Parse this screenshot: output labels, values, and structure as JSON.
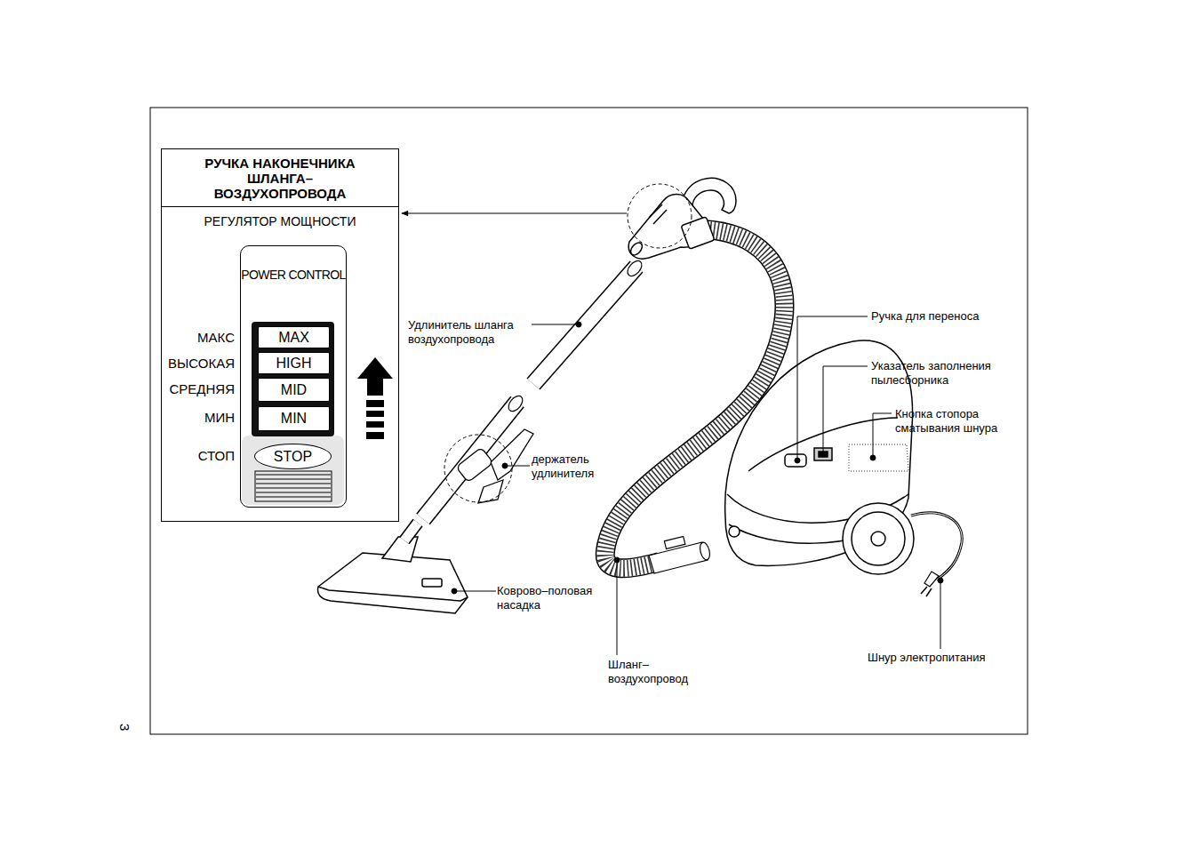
{
  "diagram": {
    "nodes": [
      {
        "text": [
          "РУЧКА НАКОНЕЧНИКА ШЛАНГА– ВОЗДУХОПРОВОДА",
          "РЕГУЛЯТОР МОЩНОСТИ"
        ]
      },
      {
        "text": [
          "POWER CONTROL"
        ],
        "in": 0
      },
      {
        "text": [
          "MAX"
        ],
        "in": 1
      },
      {
        "text": [
          "HIGH"
        ],
        "in": 1
      },
      {
        "text": [
          "MID"
        ],
        "in": 1
      },
      {
        "text": [
          "MIN"
        ],
        "in": 1
      },
      {
        "text": [
          "STOP"
        ],
        "in": 1
      }
    ],
    "labels": [
      "МАКС",
      "ВЫСОКАЯ",
      "СРЕДНЯЯ",
      "МИН",
      "СТОП",
      "Удлинитель шланга воздухопровода",
      "держатель удлинителя",
      "Коврово–половая насадка",
      "Ручка для переноса",
      "Указатель заполнения пылесборника",
      "Кнопка стопора сматывания шнура",
      "Шланг– воздухопровод",
      "Шнур электропитания",
      "3"
    ]
  }
}
